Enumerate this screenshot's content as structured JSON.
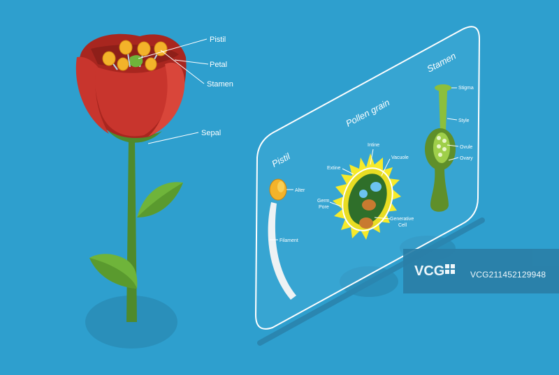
{
  "flower_labels": {
    "pistil": "Pistil",
    "petal": "Petal",
    "stamen": "Stamen",
    "sepal": "Sepal"
  },
  "panel": {
    "pistil": {
      "title": "Pistil",
      "alter": "Alter",
      "filament": "Filament"
    },
    "pollen_grain": {
      "title": "Pollen grain",
      "intine": "Intine",
      "vacuole": "Vacuole",
      "extine": "Extine",
      "germ": "Germ",
      "pore": "Pore",
      "generative": "Generative",
      "cell": "Cell"
    },
    "stamen": {
      "title": "Stamen",
      "stigma": "Stigma",
      "style": "Style",
      "ovule": "Ovule",
      "ovary": "Ovary"
    }
  },
  "watermark": {
    "id": "VCG211452129948"
  },
  "colors": {
    "background": "#2e9fce",
    "petal": "#c8352d",
    "stem": "#4f8a2c",
    "leaf": "#6fb43a",
    "anther": "#f3b32a",
    "pollen": "#f6ea2a"
  }
}
